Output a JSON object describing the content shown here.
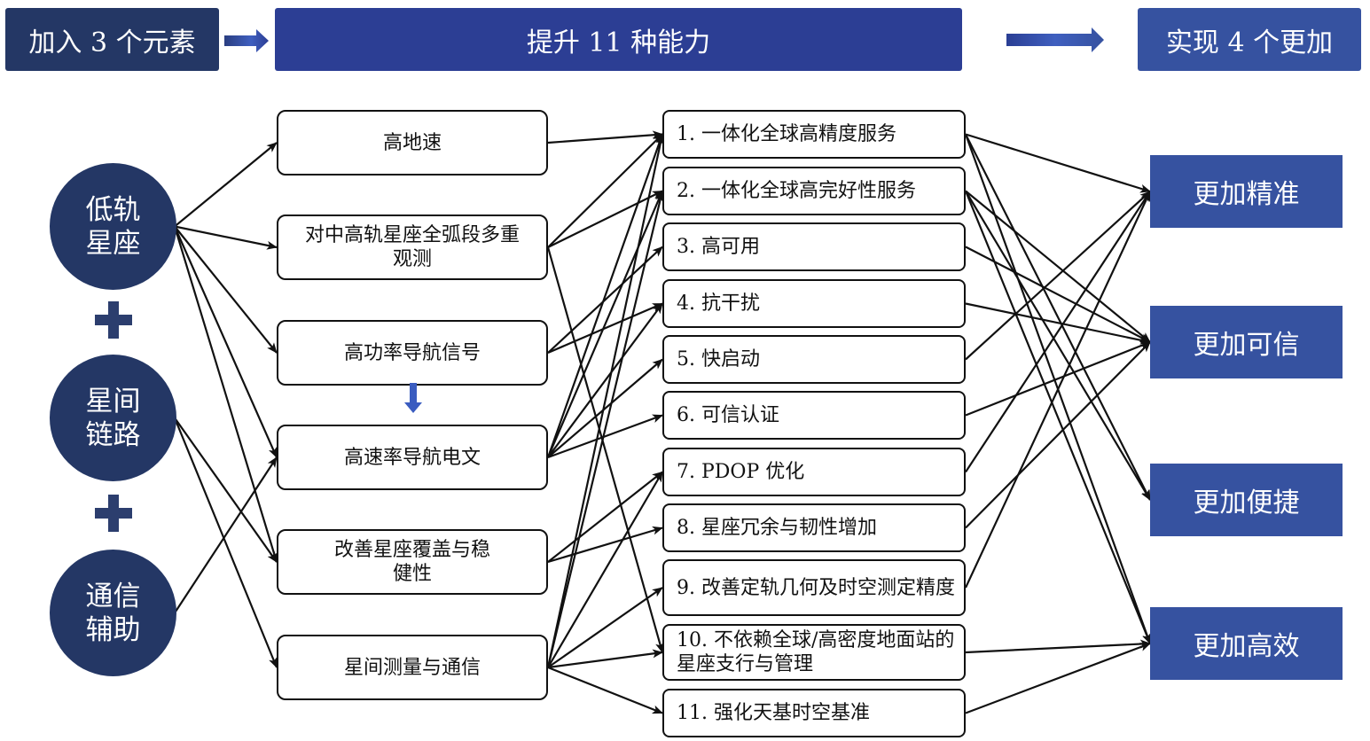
{
  "header": {
    "elements_title": "加入 3 个元素",
    "abilities_title": "提升 11 种能力",
    "outcomes_title": "实现 4 个更加"
  },
  "elements": [
    {
      "id": "leo",
      "label": "低轨星座"
    },
    {
      "id": "isl",
      "label": "星间链路"
    },
    {
      "id": "comm",
      "label": "通信辅助"
    }
  ],
  "features": [
    {
      "id": "f1",
      "label": "高地速"
    },
    {
      "id": "f2",
      "label": "对中高轨星座全弧段多重观测"
    },
    {
      "id": "f3",
      "label": "高功率导航信号"
    },
    {
      "id": "f4",
      "label": "高速率导航电文"
    },
    {
      "id": "f5",
      "label": "改善星座覆盖与稳健性"
    },
    {
      "id": "f6",
      "label": "星间测量与通信"
    }
  ],
  "capabilities": [
    {
      "id": "c1",
      "label": "1. 一体化全球高精度服务"
    },
    {
      "id": "c2",
      "label": "2. 一体化全球高完好性服务"
    },
    {
      "id": "c3",
      "label": "3. 高可用"
    },
    {
      "id": "c4",
      "label": "4. 抗干扰"
    },
    {
      "id": "c5",
      "label": "5. 快启动"
    },
    {
      "id": "c6",
      "label": "6. 可信认证"
    },
    {
      "id": "c7",
      "label": "7. PDOP 优化"
    },
    {
      "id": "c8",
      "label": "8. 星座冗余与韧性增加"
    },
    {
      "id": "c9",
      "label": "9. 改善定轨几何及时空测定精度"
    },
    {
      "id": "c10",
      "label": "10. 不依赖全球/高密度地面站的星座支行与管理"
    },
    {
      "id": "c11",
      "label": "11. 强化天基时空基准"
    }
  ],
  "outcomes": [
    {
      "id": "o1",
      "label": "更加精准"
    },
    {
      "id": "o2",
      "label": "更加可信"
    },
    {
      "id": "o3",
      "label": "更加便捷"
    },
    {
      "id": "o4",
      "label": "更加高效"
    }
  ],
  "operator_symbol": "plus",
  "feature_flow": {
    "from": "f3",
    "to": "f4"
  },
  "edges": [
    [
      "leo",
      "f1"
    ],
    [
      "leo",
      "f2"
    ],
    [
      "leo",
      "f3"
    ],
    [
      "leo",
      "f4"
    ],
    [
      "leo",
      "f5"
    ],
    [
      "isl",
      "f5"
    ],
    [
      "isl",
      "f6"
    ],
    [
      "comm",
      "f4"
    ],
    [
      "f1",
      "c1"
    ],
    [
      "f2",
      "c1"
    ],
    [
      "f2",
      "c2"
    ],
    [
      "f2",
      "c10"
    ],
    [
      "f3",
      "c3"
    ],
    [
      "f3",
      "c4"
    ],
    [
      "f4",
      "c1"
    ],
    [
      "f4",
      "c2"
    ],
    [
      "f4",
      "c4"
    ],
    [
      "f4",
      "c5"
    ],
    [
      "f4",
      "c6"
    ],
    [
      "f5",
      "c7"
    ],
    [
      "f5",
      "c8"
    ],
    [
      "f6",
      "c1"
    ],
    [
      "f6",
      "c2"
    ],
    [
      "f6",
      "c7"
    ],
    [
      "f6",
      "c9"
    ],
    [
      "f6",
      "c10"
    ],
    [
      "f6",
      "c11"
    ],
    [
      "c1",
      "o1"
    ],
    [
      "c1",
      "o3"
    ],
    [
      "c1",
      "o4"
    ],
    [
      "c2",
      "o2"
    ],
    [
      "c2",
      "o3"
    ],
    [
      "c2",
      "o4"
    ],
    [
      "c3",
      "o2"
    ],
    [
      "c4",
      "o2"
    ],
    [
      "c5",
      "o1"
    ],
    [
      "c6",
      "o2"
    ],
    [
      "c7",
      "o1"
    ],
    [
      "c8",
      "o2"
    ],
    [
      "c9",
      "o1"
    ],
    [
      "c10",
      "o4"
    ],
    [
      "c11",
      "o4"
    ]
  ],
  "colors": {
    "element_fill": "#243765",
    "header_mid": "#2c3e94",
    "outcome_fill": "#3652a0",
    "line": "#111111"
  }
}
